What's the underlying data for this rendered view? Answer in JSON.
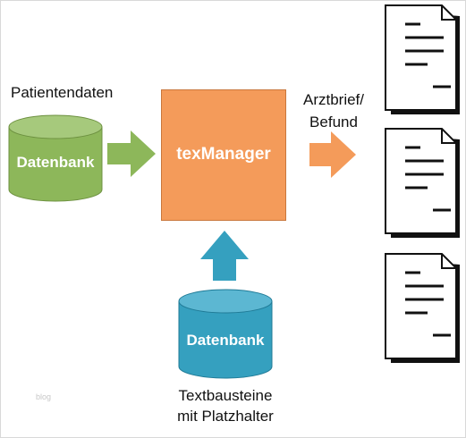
{
  "labels": {
    "patient_data": "Patientendaten",
    "output_line1": "Arztbrief/",
    "output_line2": "Befund",
    "text_blocks_line1": "Textbausteine",
    "text_blocks_line2": "mit Platzhalter"
  },
  "nodes": {
    "database_left": {
      "label": "Datenbank",
      "color": "#8db75a"
    },
    "database_bottom": {
      "label": "Datenbank",
      "color": "#35a0bf"
    },
    "manager": {
      "label": "texManager",
      "color": "#f49b5a"
    }
  },
  "arrows": {
    "green": "#8db75a",
    "orange": "#f49b5a",
    "blue": "#35a0bf"
  },
  "documents": {
    "count": 3,
    "icon": "document-icon"
  },
  "watermark": "blog"
}
